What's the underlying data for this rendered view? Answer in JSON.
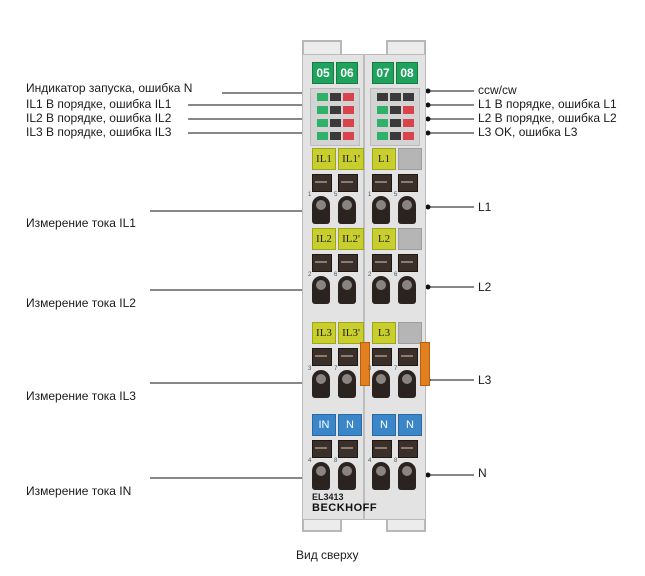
{
  "left_labels": [
    {
      "text": "Индикатор запуска, ошибка N"
    },
    {
      "text": "IL1 В порядке, ошибка IL1"
    },
    {
      "text": "IL2 В порядке, ошибка IL2"
    },
    {
      "text": "IL3 В порядке, ошибка IL3"
    },
    {
      "text": "Измерение тока IL1"
    },
    {
      "text": "Измерение тока IL2"
    },
    {
      "text": "Измерение тока IL3"
    },
    {
      "text": "Измерение тока IN"
    }
  ],
  "right_labels": [
    {
      "text": "ccw/cw"
    },
    {
      "text": "L1 В порядке, ошибка L1"
    },
    {
      "text": "L2 В порядке, ошибка L2"
    },
    {
      "text": "L3 OK, ошибка L3"
    },
    {
      "text": "L1"
    },
    {
      "text": "L2"
    },
    {
      "text": "L3"
    },
    {
      "text": "N"
    }
  ],
  "caption": "Вид сверху",
  "terminal": {
    "channel_numbers": [
      "05",
      "06",
      "07",
      "08"
    ],
    "tags": {
      "row1": [
        "IL1",
        "IL1'",
        "L1"
      ],
      "row2": [
        "IL2",
        "IL2'",
        "L2"
      ],
      "row3": [
        "IL3",
        "IL3'",
        "L3"
      ],
      "row4": [
        "IN",
        "N",
        "N",
        "N"
      ]
    },
    "pin_numbers": [
      "1",
      "5",
      "1",
      "5",
      "2",
      "6",
      "2",
      "6",
      "3",
      "7",
      "3",
      "7",
      "4",
      "8",
      "4",
      "8"
    ],
    "model": "EL3413",
    "brand": "BECKHOFF"
  },
  "colors": {
    "channel_green": "#1fa35c",
    "led_green": "#2fb16a",
    "led_red": "#d8434c",
    "tag_yellow": "#c8cf2c",
    "tag_blue": "#3a86c9",
    "spring_orange": "#e2801f"
  }
}
